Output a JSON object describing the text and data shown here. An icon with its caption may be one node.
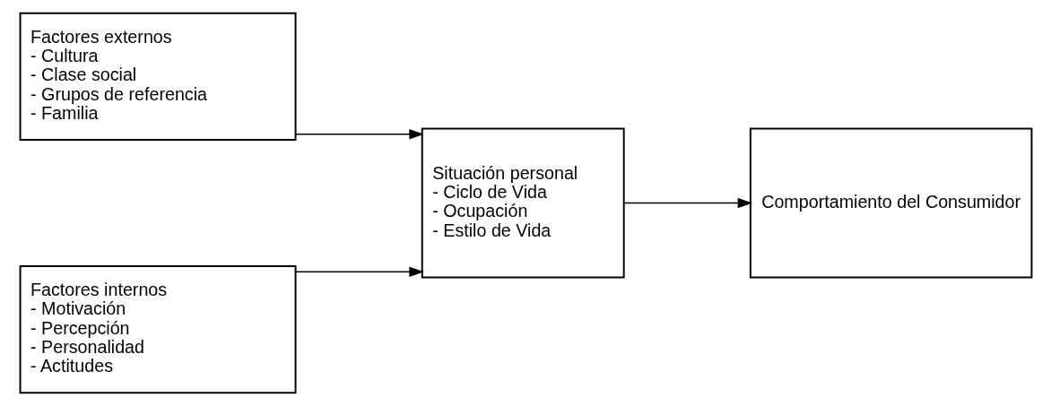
{
  "diagram": {
    "nodes": [
      {
        "text": [
          "Factores externos",
          "- Cultura",
          "- Clase social",
          "- Grupos de referencia",
          "- Familia"
        ]
      },
      {
        "text": [
          "Situación personal",
          "- Ciclo de Vida",
          "- Ocupación",
          "- Estilo de Vida"
        ]
      },
      {
        "text": [
          "Comportamiento del Consumidor"
        ]
      },
      {
        "text": [
          "Factores internos",
          "- Motivación",
          "- Percepción",
          "- Personalidad",
          "- Actitudes"
        ]
      }
    ],
    "edges": [
      {
        "from": 0,
        "to": 1,
        "arrow": "to"
      },
      {
        "from": 3,
        "to": 1,
        "arrow": "to"
      },
      {
        "from": 1,
        "to": 2,
        "arrow": "to"
      }
    ]
  }
}
